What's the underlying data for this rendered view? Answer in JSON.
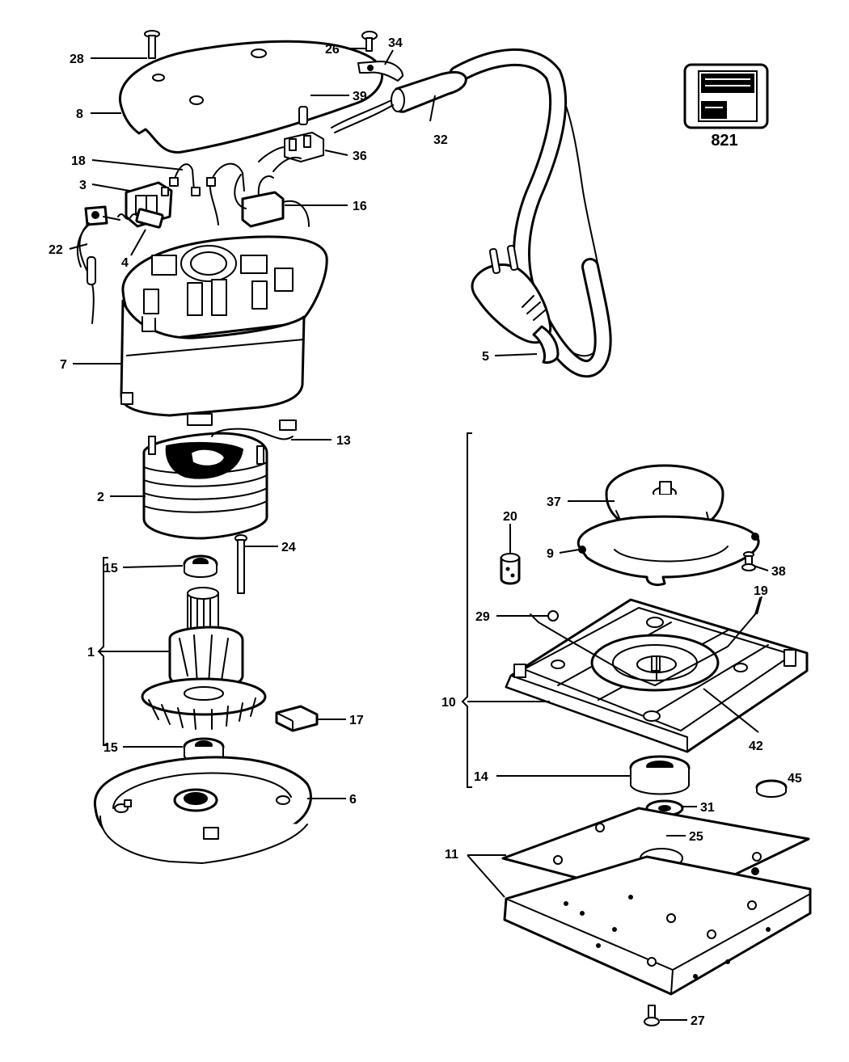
{
  "badge": "821",
  "labels": [
    {
      "id": "28",
      "text": "28"
    },
    {
      "id": "26",
      "text": "26"
    },
    {
      "id": "34",
      "text": "34"
    },
    {
      "id": "8",
      "text": "8"
    },
    {
      "id": "39",
      "text": "39"
    },
    {
      "id": "32",
      "text": "32"
    },
    {
      "id": "18",
      "text": "18"
    },
    {
      "id": "36",
      "text": "36"
    },
    {
      "id": "3",
      "text": "3"
    },
    {
      "id": "16",
      "text": "16"
    },
    {
      "id": "22",
      "text": "22"
    },
    {
      "id": "4",
      "text": "4"
    },
    {
      "id": "7",
      "text": "7"
    },
    {
      "id": "5",
      "text": "5"
    },
    {
      "id": "13",
      "text": "13"
    },
    {
      "id": "2",
      "text": "2"
    },
    {
      "id": "24",
      "text": "24"
    },
    {
      "id": "15a",
      "text": "15"
    },
    {
      "id": "1",
      "text": "1"
    },
    {
      "id": "17",
      "text": "17"
    },
    {
      "id": "15b",
      "text": "15"
    },
    {
      "id": "6",
      "text": "6"
    },
    {
      "id": "37",
      "text": "37"
    },
    {
      "id": "20",
      "text": "20"
    },
    {
      "id": "9",
      "text": "9"
    },
    {
      "id": "38",
      "text": "38"
    },
    {
      "id": "29",
      "text": "29"
    },
    {
      "id": "19",
      "text": "19"
    },
    {
      "id": "10",
      "text": "10"
    },
    {
      "id": "42",
      "text": "42"
    },
    {
      "id": "14",
      "text": "14"
    },
    {
      "id": "45",
      "text": "45"
    },
    {
      "id": "31",
      "text": "31"
    },
    {
      "id": "25",
      "text": "25"
    },
    {
      "id": "11",
      "text": "11"
    },
    {
      "id": "27",
      "text": "27"
    }
  ]
}
